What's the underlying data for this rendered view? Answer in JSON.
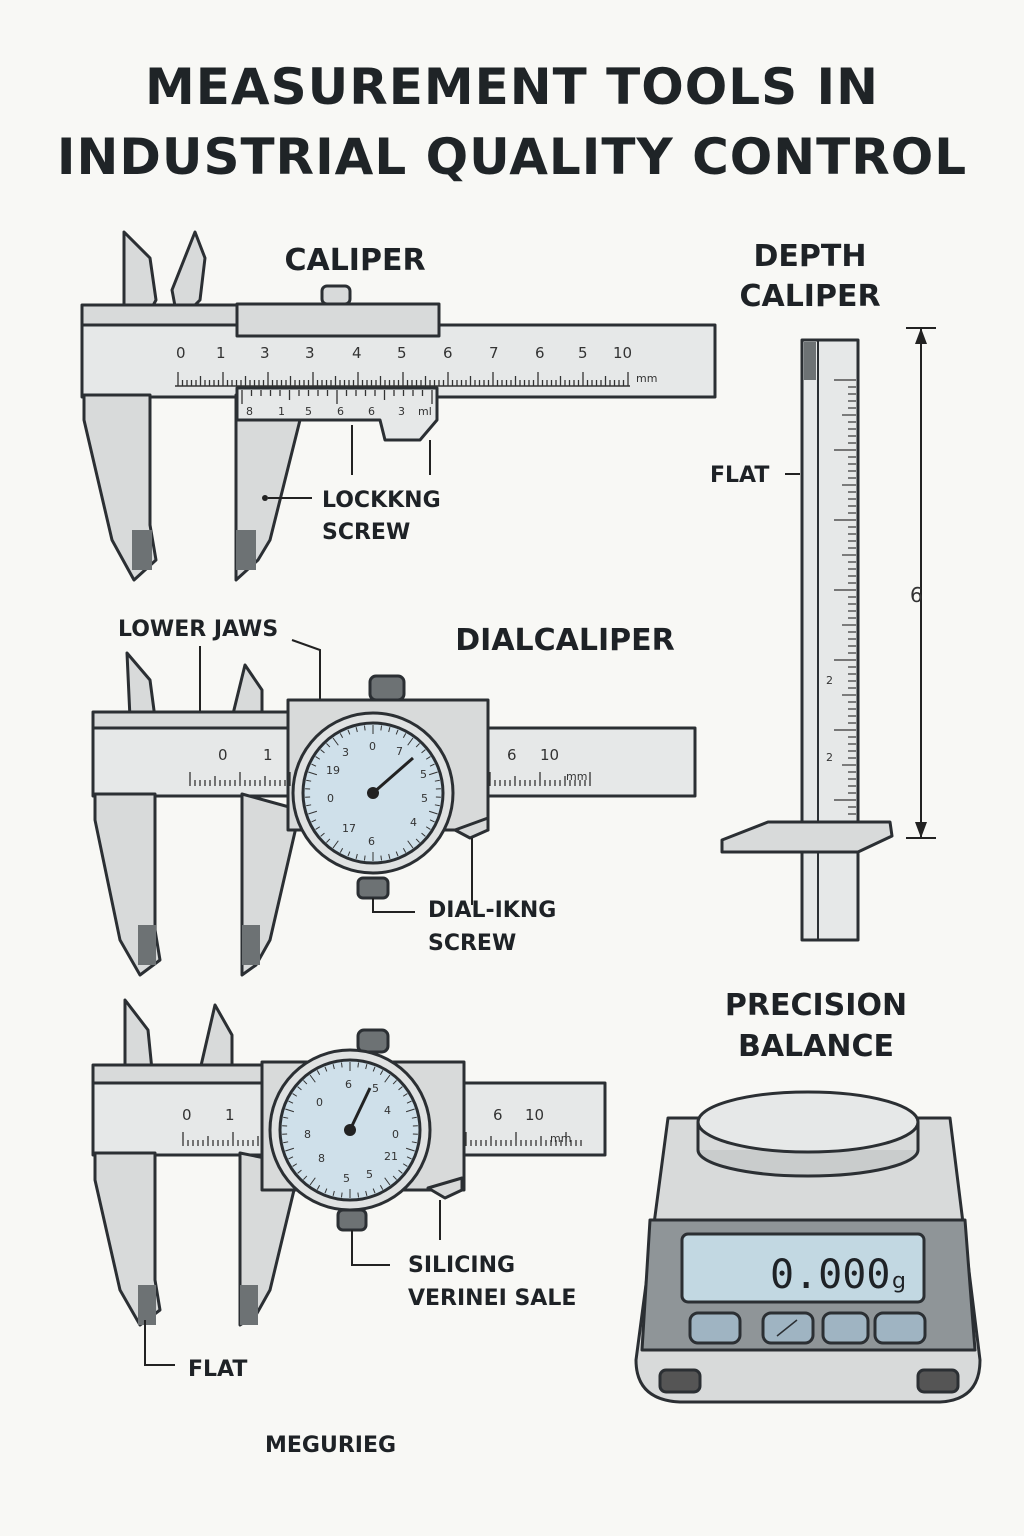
{
  "title": {
    "line1": "MEASUREMENT TOOLS IN",
    "line2": "INDUSTRIAL QUALITY CONTROL"
  },
  "caliper": {
    "heading": "CALIPER",
    "main_scale": [
      "0",
      "1",
      "3",
      "3",
      "4",
      "5",
      "6",
      "7",
      "6",
      "5",
      "10"
    ],
    "unit": "mm",
    "vernier_scale": [
      "8",
      "1",
      "5",
      "6",
      "6",
      "3",
      "ml"
    ],
    "callout_line1": "LOCKKNG",
    "callout_line2": "SCREW"
  },
  "dial_caliper": {
    "heading": "DIALCALIPER",
    "jaw_label": "LOWER JAWS",
    "scale_left": [
      "0",
      "1"
    ],
    "scale_right": [
      "6",
      "10"
    ],
    "unit": "mm",
    "dial_numbers": [
      "0",
      "7",
      "5",
      "5",
      "4",
      "6",
      "17",
      "0",
      "19",
      "3"
    ],
    "callout_line1": "DIAL-IKNG",
    "callout_line2": "SCREW"
  },
  "third_caliper": {
    "scale_left": [
      "0",
      "1"
    ],
    "scale_right": [
      "6",
      "10"
    ],
    "unit": "mm",
    "dial_numbers": [
      "6",
      "5",
      "4",
      "0",
      "21",
      "5",
      "5",
      "8",
      "8",
      "0"
    ],
    "callout_line1": "SILICING",
    "callout_line2": "VERINEI SALE",
    "flat_label": "FLAT"
  },
  "depth_caliper": {
    "heading_line1": "DEPTH",
    "heading_line2": "CALIPER",
    "flat_label": "FLAT",
    "dimension": "6",
    "scale_marks": [
      "2",
      "2"
    ]
  },
  "balance": {
    "heading_line1": "PRECISION",
    "heading_line2": "BALANCE",
    "reading": "0.000",
    "unit": "g"
  },
  "footer": "MEGURIEG",
  "colors": {
    "body": "#d6d8d8",
    "body_light": "#e4e6e6",
    "outline": "#2b2f33",
    "dial_face": "#cfe0ea",
    "display": "#c2d8e2",
    "button": "#9fb4c2"
  }
}
